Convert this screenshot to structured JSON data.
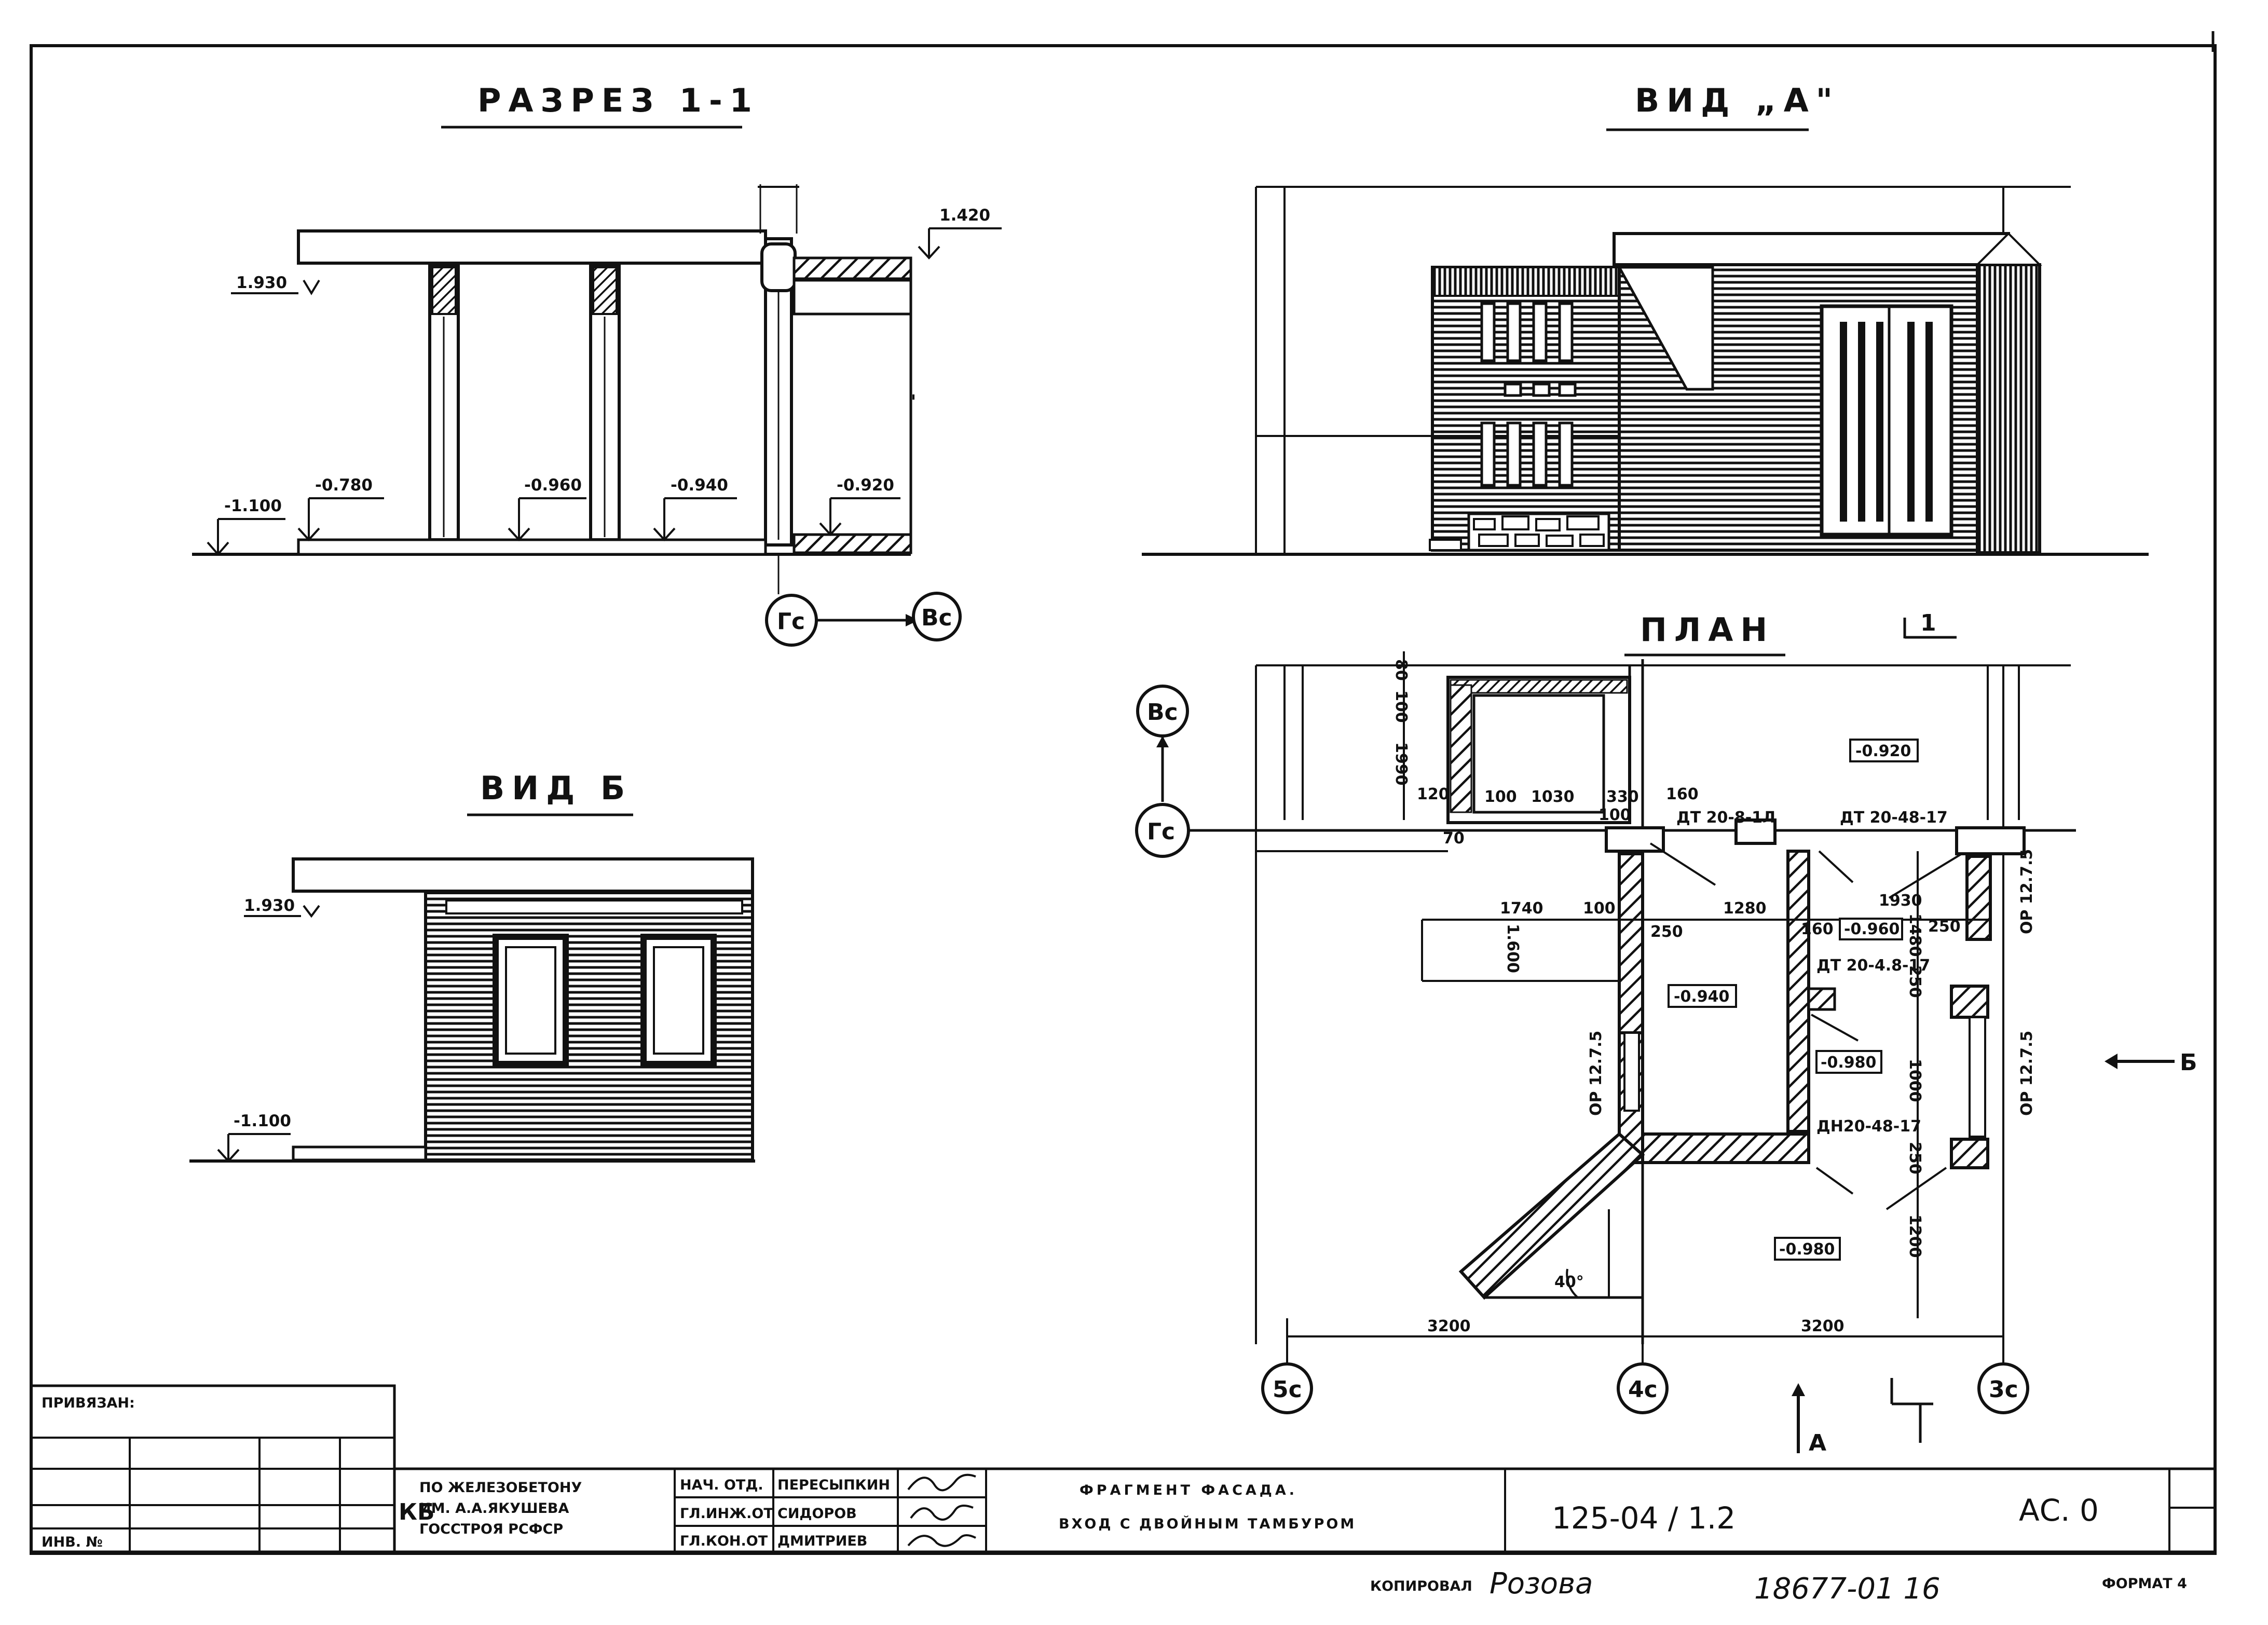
{
  "titles": {
    "section": "РАЗРЕЗ 1-1",
    "view_a": "ВИД „А\"",
    "view_b": "ВИД Б",
    "plan": "ПЛАН"
  },
  "section": {
    "levels": [
      "1.930",
      "1.420",
      "-1.100",
      "-0.780",
      "-0.960",
      "-0.940",
      "-0.920"
    ],
    "axes": [
      "Гс",
      "Вс"
    ]
  },
  "view_b": {
    "levels": [
      "1.930",
      "-1.100"
    ]
  },
  "plan": {
    "axes_left": [
      "Вс",
      "Гс"
    ],
    "axes_bottom": [
      "5с",
      "4с",
      "3с"
    ],
    "dims_top": [
      "120",
      "100",
      "1030",
      "330",
      "160",
      "100",
      "70"
    ],
    "dims_vert": [
      "80",
      "100",
      "1990"
    ],
    "dims_mid": [
      "1740",
      "100",
      "1280",
      "1930",
      "250",
      "160",
      "250"
    ],
    "dims_bottom": [
      "3200",
      "3200"
    ],
    "dims_right": [
      "1000",
      "1200",
      "250",
      "250"
    ],
    "small_dims": [
      "1.600",
      "1480"
    ],
    "doors": [
      "ДТ 20-8-1Л",
      "ДТ 20-48-17",
      "ДТ 20-4.8-17",
      "ДН20-48-17"
    ],
    "windows": [
      "ОР 12.7.5",
      "ОР 12.7.5",
      "ОР 12.7.5"
    ],
    "levels": [
      "-0.920",
      "-0.940",
      "-0.960",
      "-0.980",
      "-0.980"
    ],
    "angle": "40°",
    "cut_mark": "1",
    "view_b_arrow": "Б",
    "view_a_arrow": "А"
  },
  "stamp": {
    "attached_label": "ПРИВЯЗАН:",
    "inv_label": "ИНВ. №",
    "org_logo": "КБ",
    "org": [
      "ПО ЖЕЛЕЗОБЕТОНУ",
      "ИМ. А.А.ЯКУШЕВА",
      "ГОССТРОЯ РСФСР"
    ],
    "roles": [
      "НАЧ. ОТД.",
      "ГЛ.ИНЖ.ОТ",
      "ГЛ.КОН.ОТ"
    ],
    "names": [
      "ПЕРЕСЫПКИН",
      "СИДОРОВ",
      "ДМИТРИЕВ"
    ],
    "title_lines": [
      "ФРАГМЕНТ ФАСАДА.",
      "ВХОД С ДВОЙНЫМ ТАМБУРОМ"
    ],
    "project": "125-04 / 1.2",
    "sheet": "АС. 0",
    "copied_label": "КОПИРОВАЛ",
    "copied_sig": "Розова",
    "archive_no": "18677-01 16",
    "format": "ФОРМАТ 4"
  }
}
